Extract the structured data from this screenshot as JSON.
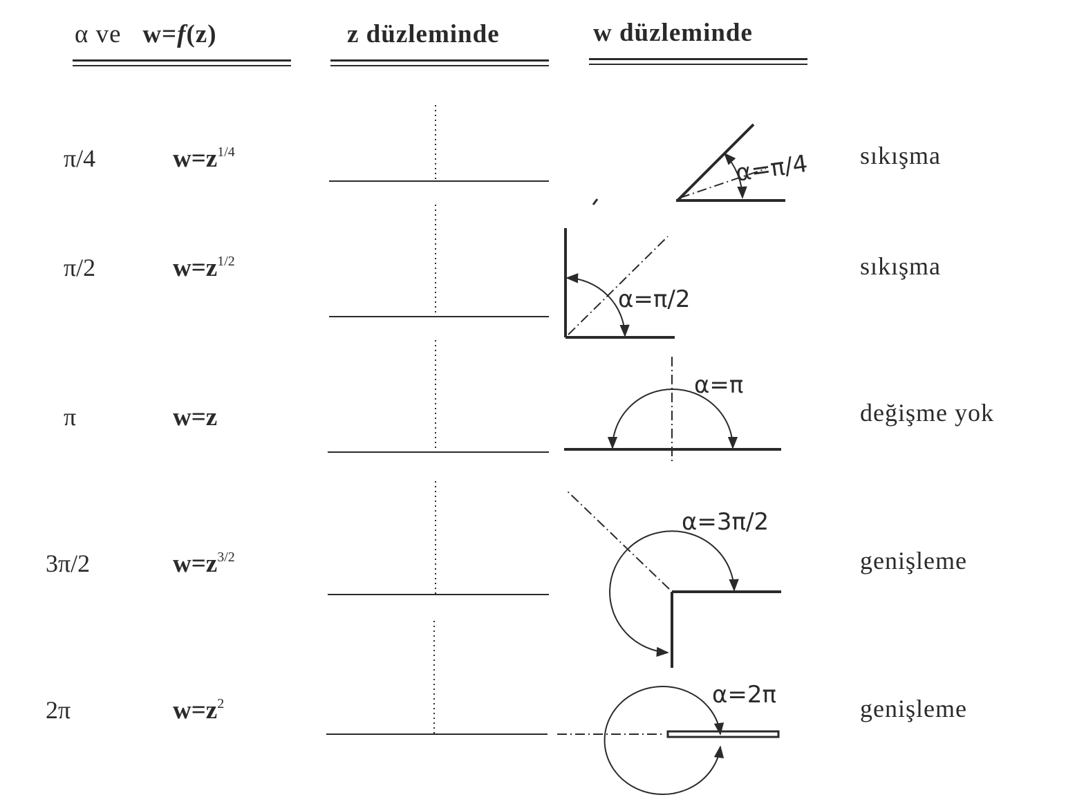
{
  "headers": {
    "col1_alpha": "α ve",
    "col1_func": "w=",
    "col1_f": "f",
    "col1_z": "(z)",
    "col2": "z düzleminde",
    "col3": "w düzleminde"
  },
  "rows": [
    {
      "alpha": "π/4",
      "func_base": "w=z",
      "func_exp": "1/4",
      "angle_label": "α=π/4",
      "effect": "sıkışma"
    },
    {
      "alpha": "π/2",
      "func_base": "w=z",
      "func_exp": "1/2",
      "angle_label": "α=π/2",
      "effect": "sıkışma"
    },
    {
      "alpha": "π",
      "func_base": "w=z",
      "func_exp": "",
      "angle_label": "α=π",
      "effect": "değişme yok"
    },
    {
      "alpha": "3π/2",
      "func_base": "w=z",
      "func_exp": "3/2",
      "angle_label": "α=3π/2",
      "effect": "genişleme"
    },
    {
      "alpha": "2π",
      "func_base": "w=z",
      "func_exp": "2",
      "angle_label": "α=2π",
      "effect": "genişleme"
    }
  ],
  "colors": {
    "ink": "#2a2a2a",
    "paper": "#ffffff"
  }
}
